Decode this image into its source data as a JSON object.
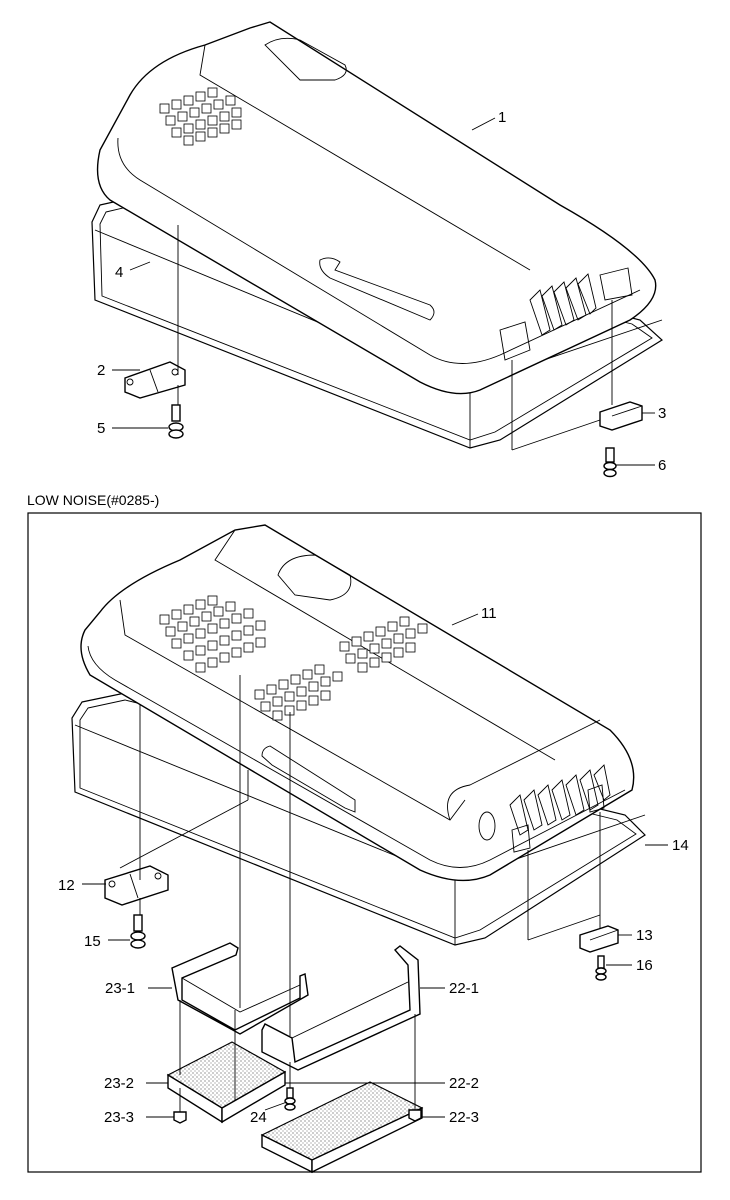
{
  "section_title": "LOW NOISE(#0285-)",
  "callouts": {
    "top": [
      "1",
      "2",
      "3",
      "4",
      "5",
      "6"
    ],
    "bottom": [
      "11",
      "12",
      "13",
      "14",
      "15",
      "16",
      "22-1",
      "22-2",
      "22-3",
      "23-1",
      "23-2",
      "23-3",
      "24"
    ]
  }
}
